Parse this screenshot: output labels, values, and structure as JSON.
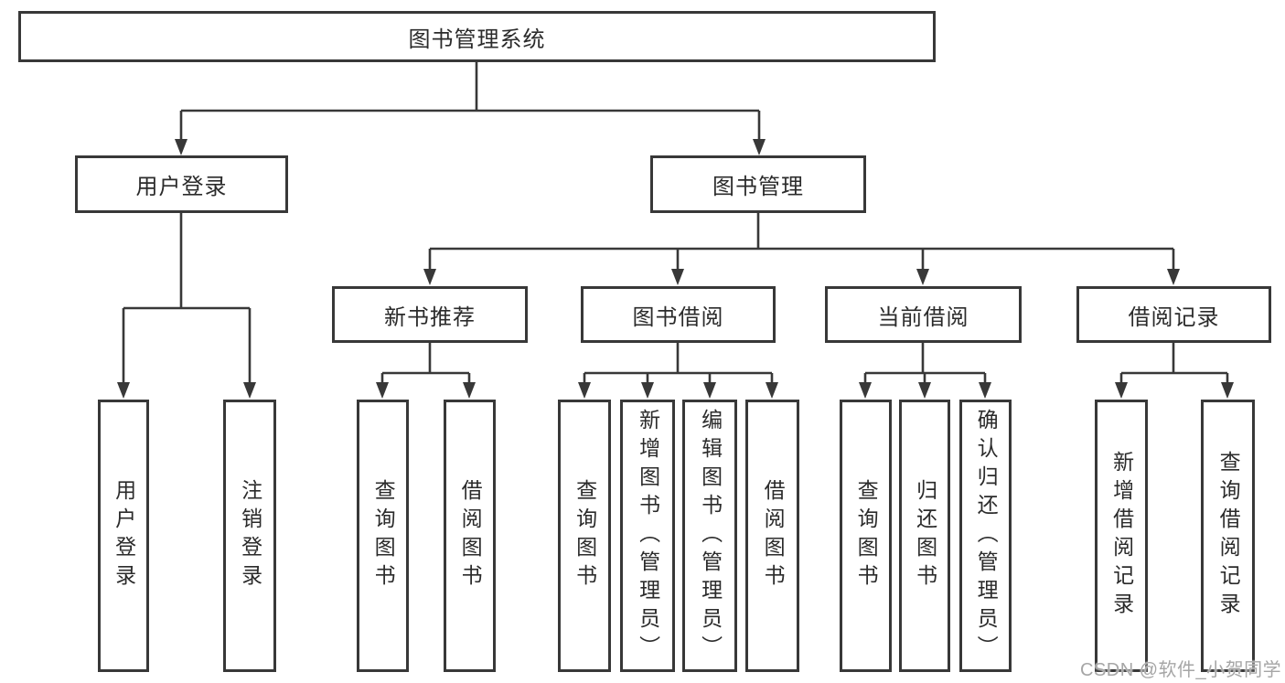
{
  "diagram": {
    "root": {
      "label": "图书管理系统"
    },
    "branches": [
      {
        "label": "用户登录",
        "children": [
          {
            "label": "用户登录"
          },
          {
            "label": "注销登录"
          }
        ]
      },
      {
        "label": "图书管理",
        "children": [
          {
            "label": "新书推荐",
            "children": [
              {
                "label": "查询图书"
              },
              {
                "label": "借阅图书"
              }
            ]
          },
          {
            "label": "图书借阅",
            "children": [
              {
                "label": "查询图书"
              },
              {
                "label": "新增图书（管理员）"
              },
              {
                "label": "编辑图书（管理员）"
              },
              {
                "label": "借阅图书"
              }
            ]
          },
          {
            "label": "当前借阅",
            "children": [
              {
                "label": "查询图书"
              },
              {
                "label": "归还图书"
              },
              {
                "label": "确认归还（管理员）"
              }
            ]
          },
          {
            "label": "借阅记录",
            "children": [
              {
                "label": "新增借阅记录"
              },
              {
                "label": "查询借阅记录"
              }
            ]
          }
        ]
      }
    ],
    "watermark": "CSDN @软件_小贺同学",
    "colors": {
      "line": "#383838",
      "text": "#2b2b2b",
      "watermark": "#a6a6a6",
      "background": "#ffffff"
    }
  }
}
